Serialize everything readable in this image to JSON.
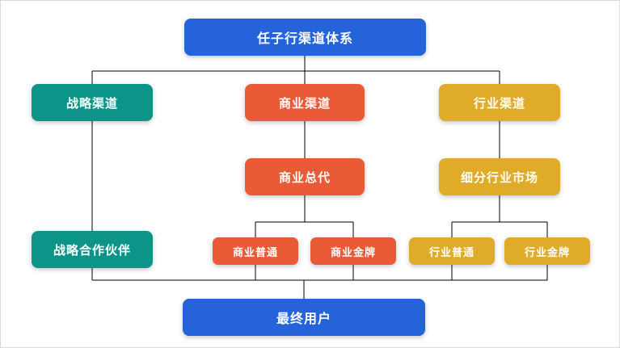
{
  "diagram": {
    "type": "org-tree",
    "title": "任子行渠道体系",
    "colors": {
      "blue": "#2563db",
      "teal": "#0d9488",
      "red": "#eb5a36",
      "gold": "#dfab28",
      "line": "#000000",
      "node_text": "#ffffff",
      "canvas_border": "#d9d9d9",
      "background": "#ffffff"
    },
    "nodes": [
      {
        "id": "root",
        "label": "任子行渠道体系",
        "color": "blue"
      },
      {
        "id": "strategic-channel",
        "label": "战略渠道",
        "color": "teal"
      },
      {
        "id": "commercial-channel",
        "label": "商业渠道",
        "color": "red"
      },
      {
        "id": "industry-channel",
        "label": "行业渠道",
        "color": "gold"
      },
      {
        "id": "commercial-agent",
        "label": "商业总代",
        "color": "red"
      },
      {
        "id": "industry-segment",
        "label": "细分行业市场",
        "color": "gold"
      },
      {
        "id": "strategic-partner",
        "label": "战略合作伙伴",
        "color": "teal"
      },
      {
        "id": "commercial-normal",
        "label": "商业普通",
        "color": "red"
      },
      {
        "id": "commercial-gold",
        "label": "商业金牌",
        "color": "red"
      },
      {
        "id": "industry-normal",
        "label": "行业普通",
        "color": "gold"
      },
      {
        "id": "industry-gold",
        "label": "行业金牌",
        "color": "gold"
      },
      {
        "id": "end-user",
        "label": "最终用户",
        "color": "blue"
      }
    ],
    "edges": [
      [
        "root",
        "strategic-channel"
      ],
      [
        "root",
        "commercial-channel"
      ],
      [
        "root",
        "industry-channel"
      ],
      [
        "strategic-channel",
        "strategic-partner"
      ],
      [
        "commercial-channel",
        "commercial-agent"
      ],
      [
        "industry-channel",
        "industry-segment"
      ],
      [
        "commercial-agent",
        "commercial-normal"
      ],
      [
        "commercial-agent",
        "commercial-gold"
      ],
      [
        "industry-segment",
        "industry-normal"
      ],
      [
        "industry-segment",
        "industry-gold"
      ],
      [
        "strategic-partner",
        "end-user"
      ],
      [
        "commercial-normal",
        "end-user"
      ],
      [
        "commercial-gold",
        "end-user"
      ],
      [
        "industry-normal",
        "end-user"
      ],
      [
        "industry-gold",
        "end-user"
      ]
    ]
  }
}
